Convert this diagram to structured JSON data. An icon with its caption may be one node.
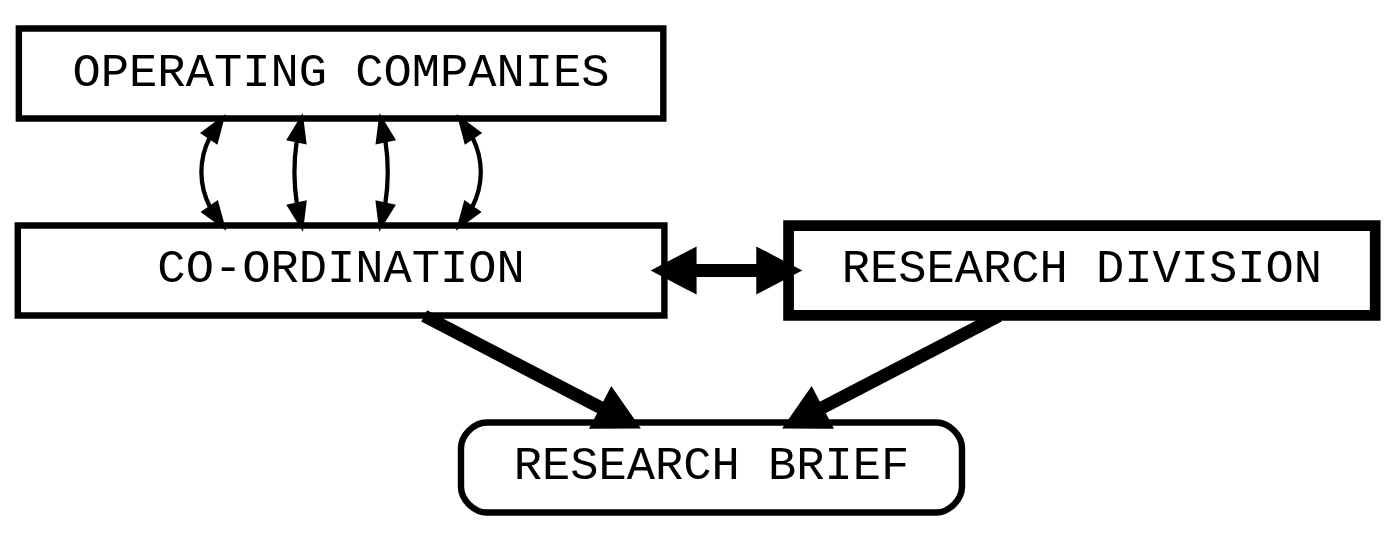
{
  "diagram": {
    "nodes": [
      {
        "text": [
          "OPERATING COMPANIES"
        ]
      },
      {
        "text": [
          "CO-ORDINATION"
        ]
      },
      {
        "text": [
          "RESEARCH DIVISION"
        ]
      },
      {
        "text": [
          "RESEARCH BRIEF"
        ]
      }
    ],
    "edges": [
      {
        "from": 0,
        "to": 1,
        "arrow": "both"
      },
      {
        "from": 0,
        "to": 1,
        "arrow": "both"
      },
      {
        "from": 0,
        "to": 1,
        "arrow": "both"
      },
      {
        "from": 0,
        "to": 1,
        "arrow": "both"
      },
      {
        "from": 1,
        "to": 2,
        "arrow": "both",
        "style": "thick"
      },
      {
        "from": 1,
        "to": 3,
        "arrow": "to",
        "style": "thick"
      },
      {
        "from": 2,
        "to": 3,
        "arrow": "to",
        "style": "thick"
      }
    ]
  }
}
